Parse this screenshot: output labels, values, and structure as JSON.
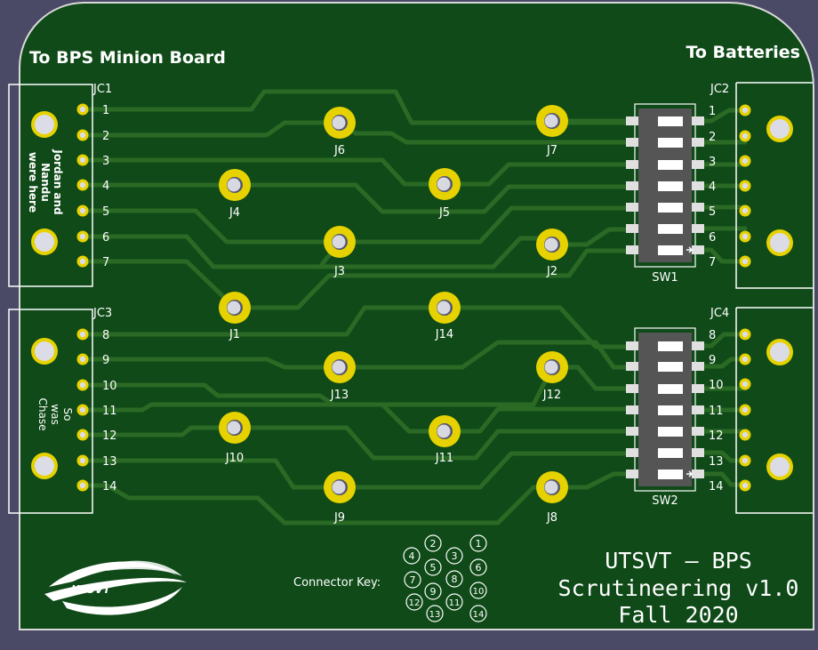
{
  "board": {
    "header_left": "To BPS Minion Board",
    "header_right": "To Batteries",
    "title_line1": "UTSVT – BPS",
    "title_line2": "Scrutineering v1.0",
    "title_line3": "Fall 2020",
    "note_top": [
      "Jordan and",
      "Nandu",
      "were here"
    ],
    "note_bottom": [
      "So",
      "was",
      "Chase"
    ],
    "logo_text": "UTSVT",
    "key_label": "Connector Key:",
    "key_numbers": [
      "1",
      "2",
      "3",
      "4",
      "5",
      "6",
      "7",
      "8",
      "9",
      "10",
      "11",
      "12",
      "13",
      "14"
    ]
  },
  "connectors": {
    "jc1": "JC1",
    "jc2": "JC2",
    "jc3": "JC3",
    "jc4": "JC4",
    "left_pins_top": [
      "1",
      "2",
      "3",
      "4",
      "5",
      "6",
      "7"
    ],
    "left_pins_bottom": [
      "8",
      "9",
      "10",
      "11",
      "12",
      "13",
      "14"
    ],
    "right_pins_top": [
      "1",
      "2",
      "3",
      "4",
      "5",
      "6",
      "7"
    ],
    "right_pins_bottom": [
      "8",
      "9",
      "10",
      "11",
      "12",
      "13",
      "14"
    ]
  },
  "switches": {
    "sw1": "SW1",
    "sw2": "SW2"
  },
  "jumpers": {
    "j1": "J1",
    "j2": "J2",
    "j3": "J3",
    "j4": "J4",
    "j5": "J5",
    "j6": "J6",
    "j7": "J7",
    "j8": "J8",
    "j9": "J9",
    "j10": "J10",
    "j11": "J11",
    "j12": "J12",
    "j13": "J13",
    "j14": "J14"
  },
  "colors": {
    "background": "#4a4a66",
    "board": "#0f4a18",
    "trace": "#2a6a24",
    "pad": "#e6d200",
    "silkscreen": "#ffffff"
  }
}
